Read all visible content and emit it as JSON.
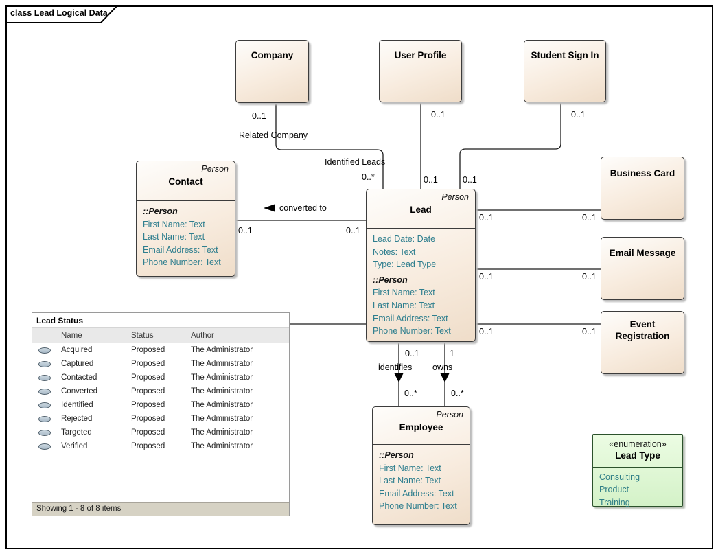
{
  "frame": {
    "title": "class Lead Logical Data"
  },
  "boxes": {
    "company": {
      "name": "Company"
    },
    "user_profile": {
      "name": "User Profile"
    },
    "student_sign_in": {
      "name": "Student Sign In"
    },
    "business_card": {
      "name": "Business Card"
    },
    "email_message": {
      "name": "Email Message"
    },
    "event_registration": {
      "name": "Event Registration"
    },
    "contact": {
      "stereotype": "Person",
      "name": "Contact",
      "inherited": "::Person",
      "attrs": [
        "First Name: Text",
        "Last Name: Text",
        "Email Address: Text",
        "Phone Number: Text"
      ]
    },
    "lead": {
      "stereotype": "Person",
      "name": "Lead",
      "own_attrs": [
        "Lead Date: Date",
        "Notes: Text",
        "Type: Lead Type"
      ],
      "inherited": "::Person",
      "attrs": [
        "First Name: Text",
        "Last Name: Text",
        "Email Address: Text",
        "Phone Number: Text"
      ]
    },
    "employee": {
      "stereotype": "Person",
      "name": "Employee",
      "inherited": "::Person",
      "attrs": [
        "First Name: Text",
        "Last Name: Text",
        "Email Address: Text",
        "Phone Number: Text"
      ]
    }
  },
  "enumeration": {
    "stereotype": "«enumeration»",
    "name": "Lead Type",
    "literals": [
      "Consulting",
      "Product",
      "Training"
    ]
  },
  "connectors": {
    "company_lead": {
      "company_mult": "0..1",
      "company_role": "Related Company",
      "lead_role": "Identified Leads",
      "lead_mult": "0..*"
    },
    "user_profile_lead": {
      "user_profile_mult": "0..1",
      "lead_mult": "0..1"
    },
    "student_sign_in_lead": {
      "student_mult": "0..1",
      "lead_mult": "0..1"
    },
    "contact_lead": {
      "name": "converted to",
      "contact_mult": "0..1",
      "lead_mult": "0..1"
    },
    "lead_business_card": {
      "lead_mult": "0..1",
      "business_card_mult": "0..1"
    },
    "lead_email_message": {
      "lead_mult": "0..1",
      "email_message_mult": "0..1"
    },
    "lead_event_registration": {
      "lead_mult": "0..1",
      "event_registration_mult": "0..1"
    },
    "lead_identifies_employee": {
      "name": "identifies",
      "lead_mult": "0..1",
      "employee_mult": "0..*"
    },
    "lead_owns_employee": {
      "name": "owns",
      "lead_mult": "1",
      "employee_mult": "0..*"
    }
  },
  "table": {
    "title": "Lead Status",
    "columns": {
      "name": "Name",
      "status": "Status",
      "author": "Author"
    },
    "rows": [
      {
        "name": "Acquired",
        "status": "Proposed",
        "author": "The Administrator"
      },
      {
        "name": "Captured",
        "status": "Proposed",
        "author": "The Administrator"
      },
      {
        "name": "Contacted",
        "status": "Proposed",
        "author": "The Administrator"
      },
      {
        "name": "Converted",
        "status": "Proposed",
        "author": "The Administrator"
      },
      {
        "name": "Identified",
        "status": "Proposed",
        "author": "The Administrator"
      },
      {
        "name": "Rejected",
        "status": "Proposed",
        "author": "The Administrator"
      },
      {
        "name": "Targeted",
        "status": "Proposed",
        "author": "The Administrator"
      },
      {
        "name": "Verified",
        "status": "Proposed",
        "author": "The Administrator"
      }
    ],
    "footer": "Showing 1 - 8 of 8 items"
  },
  "colors": {
    "class_fill_top": "#fefdfb",
    "class_fill_bottom": "#efddc9",
    "class_border": "#3c3c3c",
    "enum_fill_top": "#ecfce3",
    "enum_fill_bottom": "#d4f2c8",
    "enum_border": "#2c522c",
    "attribute_text": "#2e7e8e",
    "connector": "#1b1b1b",
    "shadow": "#bcbcbc",
    "table_header_bg": "#e9e9e9",
    "table_footer_bg": "#d6d2c4"
  }
}
